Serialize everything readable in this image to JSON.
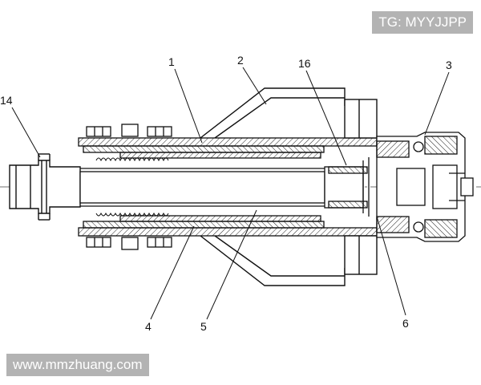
{
  "watermarks": {
    "top_right": "TG: MYYJJPP",
    "bottom_left": "www.mmzhuang.com"
  },
  "callouts": [
    {
      "id": "14",
      "label": "14"
    },
    {
      "id": "1",
      "label": "1"
    },
    {
      "id": "2",
      "label": "2"
    },
    {
      "id": "16",
      "label": "16"
    },
    {
      "id": "3",
      "label": "3"
    },
    {
      "id": "4",
      "label": "4"
    },
    {
      "id": "5",
      "label": "5"
    },
    {
      "id": "6",
      "label": "6"
    }
  ]
}
